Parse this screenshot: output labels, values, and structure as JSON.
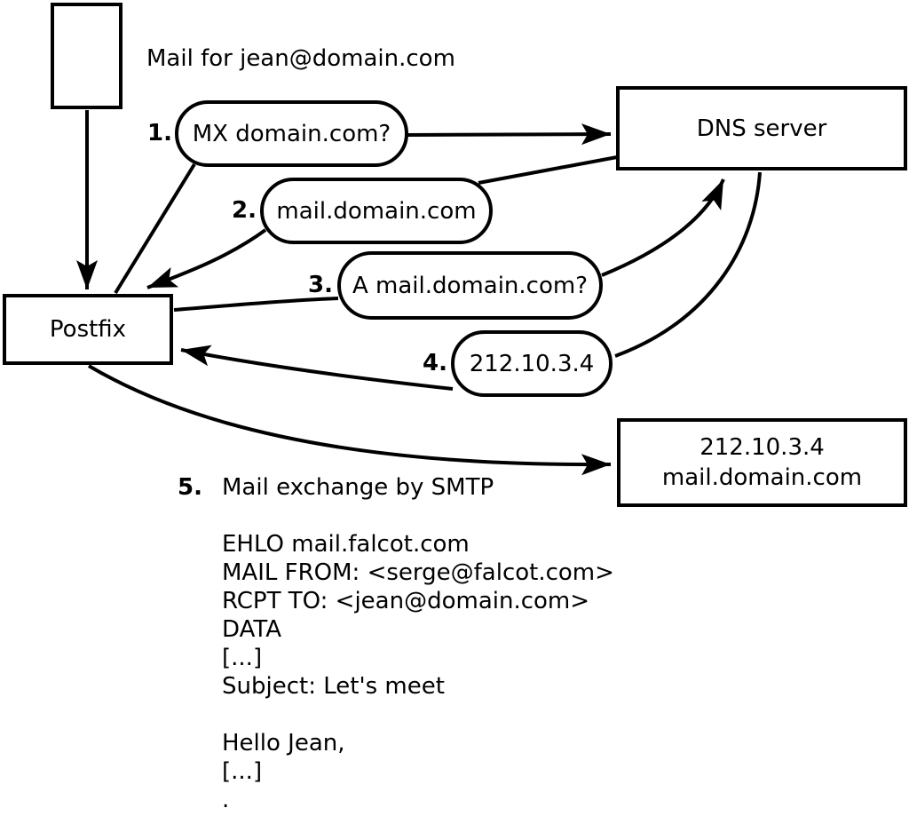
{
  "diagram": {
    "mail_note": "Mail for jean@domain.com",
    "nodes": {
      "postfix": "Postfix",
      "dns": "DNS server",
      "mail_server": {
        "line1": "212.10.3.4",
        "line2": "mail.domain.com"
      }
    },
    "steps": [
      {
        "num": "1.",
        "label": "MX domain.com?"
      },
      {
        "num": "2.",
        "label": "mail.domain.com"
      },
      {
        "num": "3.",
        "label": "A mail.domain.com?"
      },
      {
        "num": "4.",
        "label": "212.10.3.4"
      },
      {
        "num": "5.",
        "label": "Mail exchange by SMTP"
      }
    ],
    "smtp_session": [
      "EHLO mail.falcot.com",
      "MAIL FROM: <serge@falcot.com>",
      "RCPT TO: <jean@domain.com>",
      "DATA",
      "[...]",
      "Subject: Let's meet",
      "",
      "Hello Jean,",
      "[...]",
      "."
    ],
    "colors": {
      "ink": "#000000",
      "background": "#ffffff"
    }
  }
}
